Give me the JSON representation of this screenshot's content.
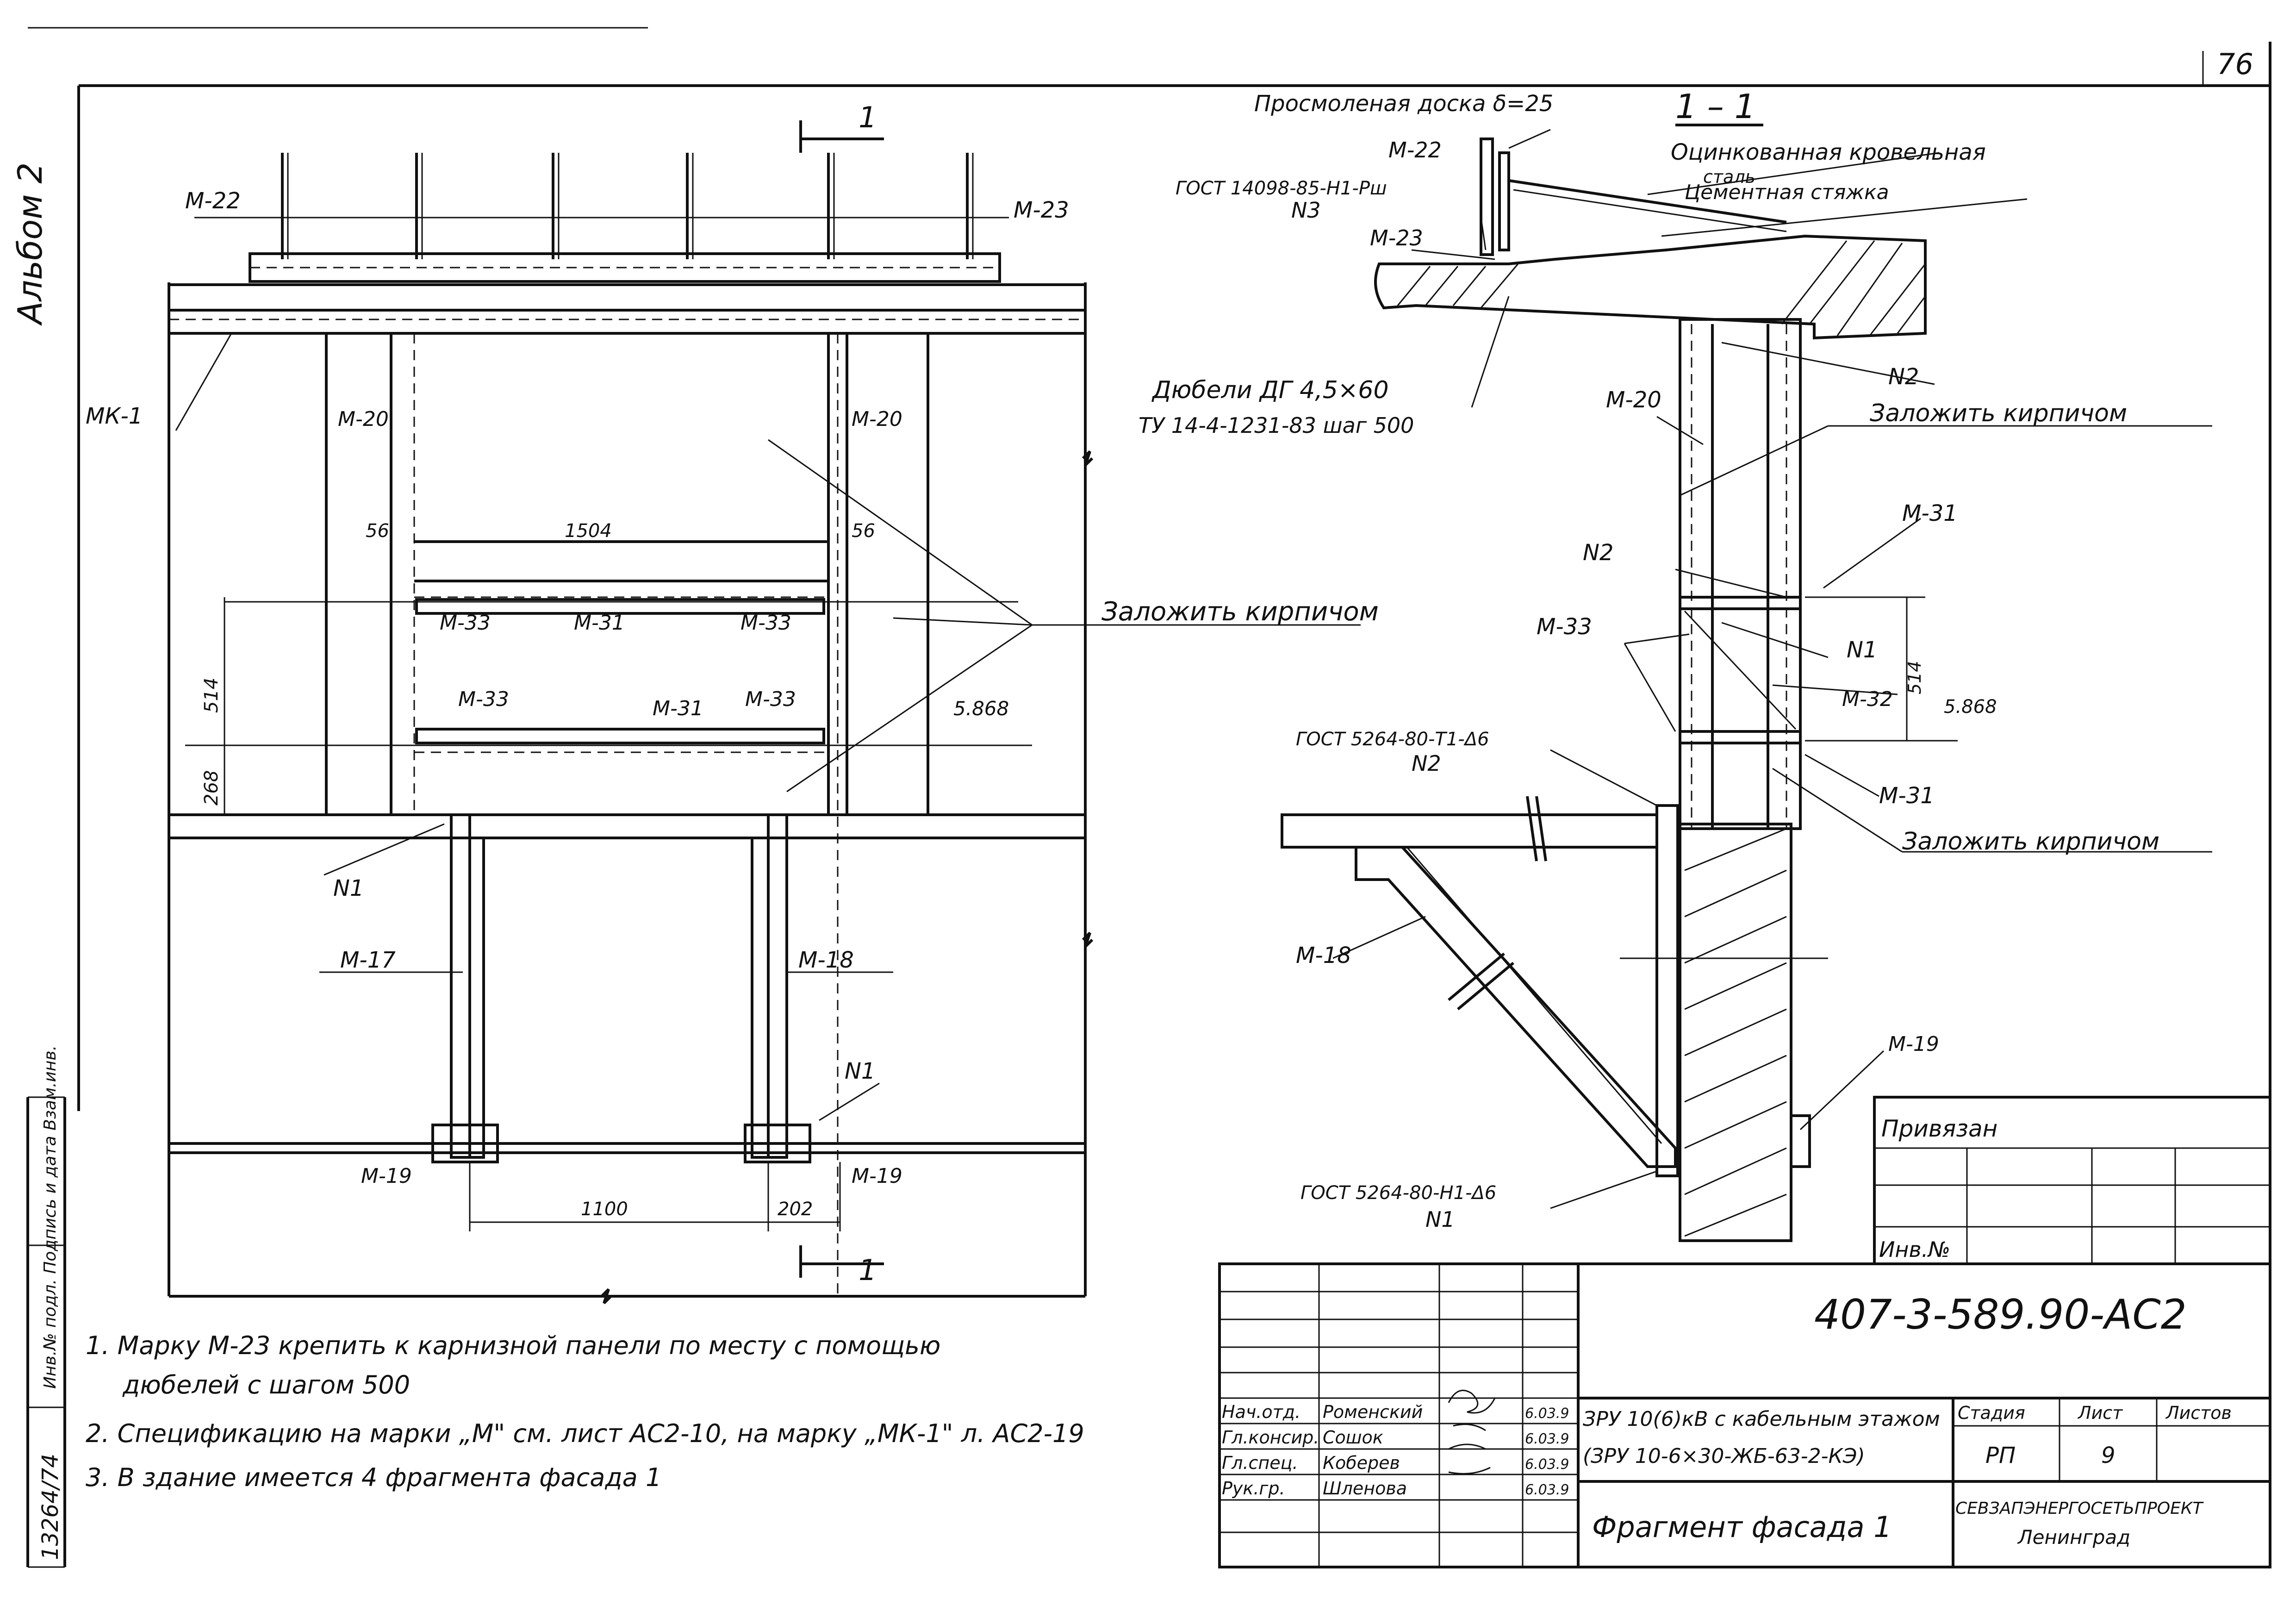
{
  "sheet_number": "76",
  "album": "Альбом 2",
  "section_mark": "1",
  "section_title": "1 – 1",
  "marks": {
    "m22": "М-22",
    "m23": "М-23",
    "mk1": "МК-1",
    "m20": "М-20",
    "m31": "М-31",
    "m33": "М-33",
    "m32": "М-32",
    "m17": "М-17",
    "m18": "М-18",
    "m19": "М-19",
    "n1": "N1",
    "n2": "N2",
    "n3": "N3"
  },
  "dims": {
    "d56": "56",
    "d1504": "1504",
    "d514": "514",
    "d268": "268",
    "d1100": "1100",
    "d202": "202",
    "level": "5.868"
  },
  "labels": {
    "brick_fill": "Заложить кирпичом",
    "tarred_board": "Просмоленая доска δ=25",
    "gost_14098": "ГОСТ 14098-85-Н1-Рш",
    "galv_steel_1": "Оцинкованная кровельная",
    "galv_steel_2": "сталь",
    "cement_screed": "Цементная стяжка",
    "dowels_1": "Дюбели ДГ 4,5×60",
    "dowels_2": "ТУ 14-4-1231-83 шаг 500",
    "gost_5264_t1": "ГОСТ 5264-80-Т1-Δ6",
    "gost_5264_h1": "ГОСТ 5264-80-Н1-Δ6"
  },
  "notes": [
    "1.  Марку М-23 крепить к карнизной  панели по  месту с помощью",
    "дюбелей  с шагом  500",
    "2.  Спецификацию  на  марки „М\" см. лист АС2-10, на марку „МК-1\" л. АС2-19",
    "3.  В здание  имеется  4 фрагмента  фасада 1"
  ],
  "title_block": {
    "privyazan": "Привязан",
    "inv_no": "Инв.№",
    "doc_code": "407-3-589.90-АС2",
    "roles": [
      {
        "role": "Нач.отд.",
        "name": "Роменский",
        "date": "6.03.9"
      },
      {
        "role": "Гл.консир.",
        "name": "Сошок",
        "date": "6.03.9"
      },
      {
        "role": "Гл.спец.",
        "name": "Коберев",
        "date": "6.03.9"
      },
      {
        "role": "Рук.гр.",
        "name": "Шленова",
        "date": "6.03.9"
      }
    ],
    "project_line1": "ЗРУ 10(6)кВ с кабельным этажом",
    "project_line2": "(ЗРУ 10-6×30-ЖБ-63-2-КЭ)",
    "stage_h": "Стадия",
    "sheet_h": "Лист",
    "sheets_h": "Листов",
    "stage": "РП",
    "sheet": "9",
    "sheets": "",
    "drawing_title": "Фрагмент фасада 1",
    "org_1": "СЕВЗАПЭНЕРГОСЕТЬПРОЕКТ",
    "org_2": "Ленинград"
  },
  "side_stamp": {
    "inv": "Инв.№ подл.  Подпись и дата  Взам.инв.",
    "number": "13264/74"
  }
}
